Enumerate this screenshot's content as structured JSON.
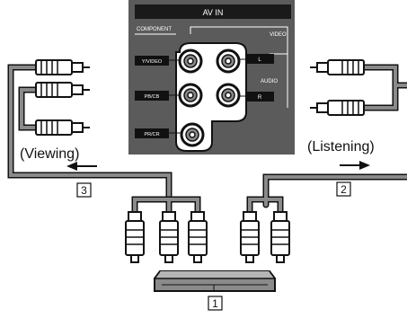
{
  "panel": {
    "title": "AV IN",
    "component_label": "COMPONENT",
    "video_label": "VIDEO",
    "audio_label": "AUDIO",
    "jack_labels": {
      "y_video": "Y/VIDEO",
      "pb_cb": "PB/CB",
      "pr_cr": "PR/CR",
      "left": "L",
      "right": "R"
    }
  },
  "captions": {
    "viewing": "(Viewing)",
    "listening": "(Listening)"
  },
  "callouts": {
    "device": "1",
    "audio_cable": "2",
    "video_cable": "3"
  },
  "colors": {
    "panel": "#5b5b5b",
    "panel_header": "#1a1a1a",
    "cable": "#8a8a8a",
    "outline": "#111111"
  }
}
